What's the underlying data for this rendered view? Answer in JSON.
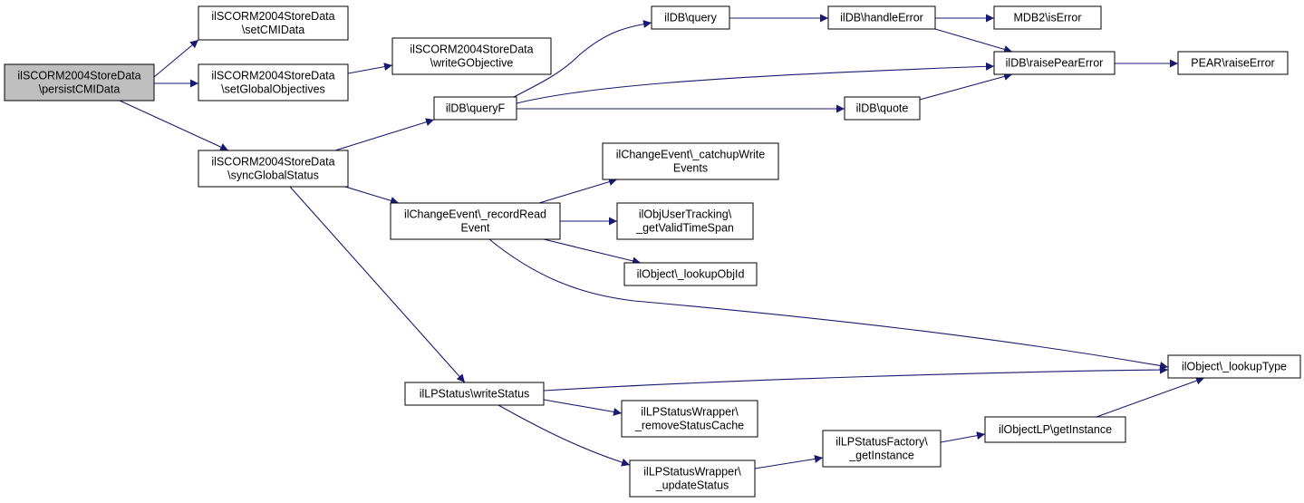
{
  "diagram": {
    "colors": {
      "edge": "#191970",
      "node_fill": "#ffffff",
      "root_fill": "#bfbfbf",
      "node_border": "#000000"
    },
    "nodes": [
      {
        "id": "persist",
        "lines": [
          "ilSCORM2004StoreData",
          "\\persistCMIData"
        ],
        "root": true
      },
      {
        "id": "setcmi",
        "lines": [
          "ilSCORM2004StoreData",
          "\\setCMIData"
        ]
      },
      {
        "id": "setglobal",
        "lines": [
          "ilSCORM2004StoreData",
          "\\setGlobalObjectives"
        ]
      },
      {
        "id": "writegobj",
        "lines": [
          "ilSCORM2004StoreData",
          "\\writeGObjective"
        ]
      },
      {
        "id": "syncglobal",
        "lines": [
          "ilSCORM2004StoreData",
          "\\syncGlobalStatus"
        ]
      },
      {
        "id": "query",
        "lines": [
          "ilDB\\query"
        ]
      },
      {
        "id": "handleerror",
        "lines": [
          "ilDB\\handleError"
        ]
      },
      {
        "id": "mdb2iserror",
        "lines": [
          "MDB2\\isError"
        ]
      },
      {
        "id": "raisepear",
        "lines": [
          "ilDB\\raisePearError"
        ]
      },
      {
        "id": "pearraise",
        "lines": [
          "PEAR\\raiseError"
        ]
      },
      {
        "id": "queryf",
        "lines": [
          "ilDB\\queryF"
        ]
      },
      {
        "id": "quote",
        "lines": [
          "ilDB\\quote"
        ]
      },
      {
        "id": "catchup",
        "lines": [
          "ilChangeEvent\\_catchupWrite",
          "Events"
        ]
      },
      {
        "id": "recordread",
        "lines": [
          "ilChangeEvent\\_recordRead",
          "Event"
        ]
      },
      {
        "id": "validtime",
        "lines": [
          "ilObjUserTracking\\",
          "_getValidTimeSpan"
        ]
      },
      {
        "id": "lookupobjid",
        "lines": [
          "ilObject\\_lookupObjId"
        ]
      },
      {
        "id": "lookuptype",
        "lines": [
          "ilObject\\_lookupType"
        ]
      },
      {
        "id": "writestatus",
        "lines": [
          "ilLPStatus\\writeStatus"
        ]
      },
      {
        "id": "removecache",
        "lines": [
          "ilLPStatusWrapper\\",
          "_removeStatusCache"
        ]
      },
      {
        "id": "updatestatus",
        "lines": [
          "ilLPStatusWrapper\\",
          "_updateStatus"
        ]
      },
      {
        "id": "factory",
        "lines": [
          "ilLPStatusFactory\\",
          "_getInstance"
        ]
      },
      {
        "id": "objectlp",
        "lines": [
          "ilObjectLP\\getInstance"
        ]
      }
    ],
    "edges": [
      {
        "from": "persist",
        "to": "setcmi"
      },
      {
        "from": "persist",
        "to": "setglobal"
      },
      {
        "from": "persist",
        "to": "syncglobal"
      },
      {
        "from": "setglobal",
        "to": "writegobj"
      },
      {
        "from": "syncglobal",
        "to": "queryf"
      },
      {
        "from": "syncglobal",
        "to": "recordread"
      },
      {
        "from": "syncglobal",
        "to": "writestatus"
      },
      {
        "from": "queryf",
        "to": "query"
      },
      {
        "from": "queryf",
        "to": "raisepear"
      },
      {
        "from": "queryf",
        "to": "quote"
      },
      {
        "from": "query",
        "to": "handleerror"
      },
      {
        "from": "handleerror",
        "to": "mdb2iserror"
      },
      {
        "from": "handleerror",
        "to": "raisepear"
      },
      {
        "from": "quote",
        "to": "raisepear"
      },
      {
        "from": "raisepear",
        "to": "pearraise"
      },
      {
        "from": "recordread",
        "to": "catchup"
      },
      {
        "from": "recordread",
        "to": "validtime"
      },
      {
        "from": "recordread",
        "to": "lookupobjid"
      },
      {
        "from": "recordread",
        "to": "lookuptype"
      },
      {
        "from": "writestatus",
        "to": "lookuptype"
      },
      {
        "from": "writestatus",
        "to": "removecache"
      },
      {
        "from": "writestatus",
        "to": "updatestatus"
      },
      {
        "from": "updatestatus",
        "to": "factory"
      },
      {
        "from": "factory",
        "to": "objectlp"
      },
      {
        "from": "objectlp",
        "to": "lookuptype"
      }
    ]
  }
}
